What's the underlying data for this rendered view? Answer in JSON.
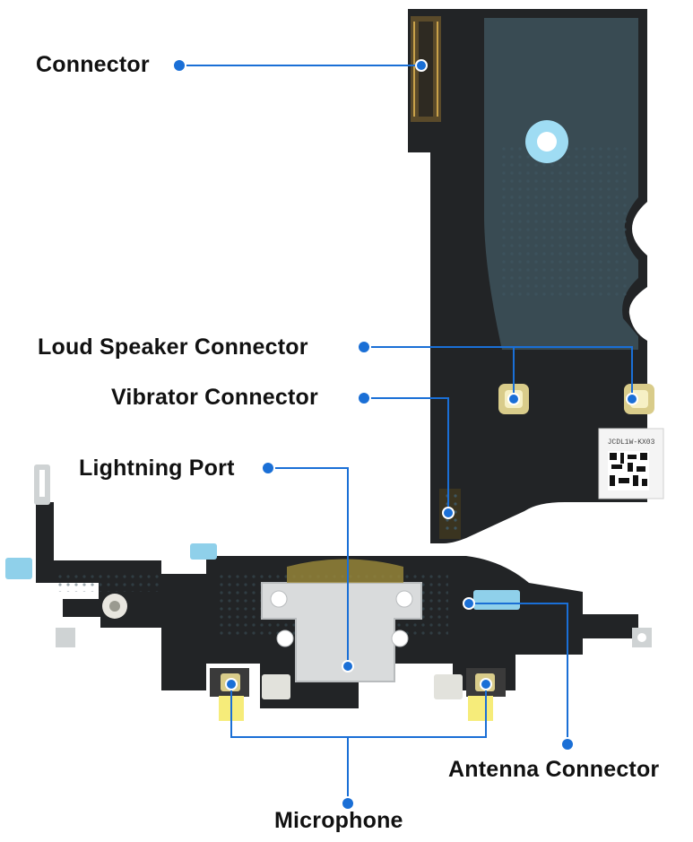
{
  "labels": {
    "connector": "Connector",
    "loud_speaker": "Loud Speaker Connector",
    "vibrator": "Vibrator Connector",
    "lightning": "Lightning Port",
    "antenna": "Antenna Connector",
    "microphone": "Microphone"
  },
  "pcb_marking": "JCDL1W-KX03",
  "colors": {
    "callout": "#1a6fd6",
    "flex_dark": "#222426",
    "stiffener": "#8fd0ea",
    "port": "#d9dbdc",
    "orange_tape": "#ef5a1f",
    "yellow_tape": "#f6ec7a"
  }
}
